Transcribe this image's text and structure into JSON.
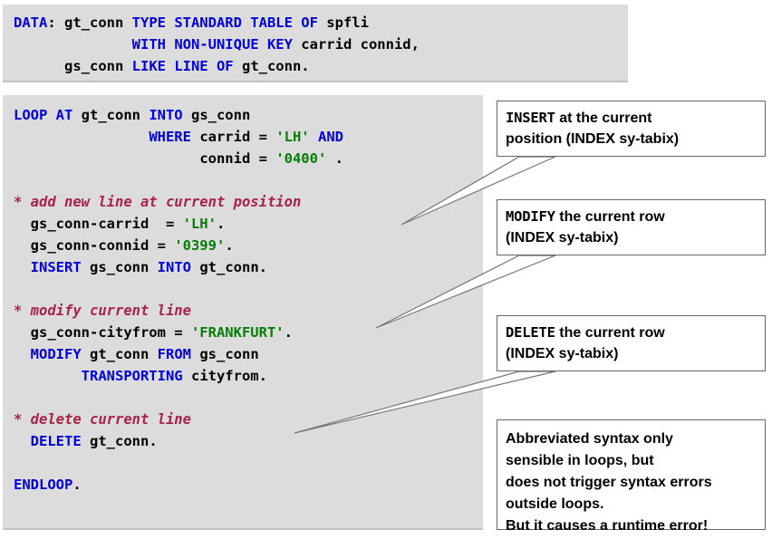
{
  "slide": {
    "title_hidden": "",
    "colors": {
      "panel_bg": "#dcdcdc",
      "keyword": "#0000dd",
      "literal": "#067d06",
      "comment": "#a8234a",
      "plain": "#000000",
      "callout_border": "#666666",
      "callout_bg": "#ffffff"
    }
  },
  "declaration_panel": {
    "name": "abap-declaration-code",
    "lines": [
      [
        {
          "t": "DATA",
          "c": "kw"
        },
        {
          "t": ": ",
          "c": "pl"
        },
        {
          "t": "gt_conn ",
          "c": "pl"
        },
        {
          "t": "TYPE STANDARD TABLE OF ",
          "c": "kw"
        },
        {
          "t": "spfli",
          "c": "pl"
        }
      ],
      [
        {
          "t": "              ",
          "c": "pl"
        },
        {
          "t": "WITH NON-UNIQUE KEY ",
          "c": "kw"
        },
        {
          "t": "carrid connid,",
          "c": "pl"
        }
      ],
      [
        {
          "t": "      ",
          "c": "pl"
        },
        {
          "t": "gs_conn ",
          "c": "pl"
        },
        {
          "t": "LIKE LINE OF ",
          "c": "kw"
        },
        {
          "t": "gt_conn.",
          "c": "pl"
        }
      ]
    ]
  },
  "loop_panel": {
    "name": "abap-loop-code",
    "lines": [
      [
        {
          "t": "LOOP AT ",
          "c": "kw"
        },
        {
          "t": "gt_conn ",
          "c": "pl"
        },
        {
          "t": "INTO ",
          "c": "kw"
        },
        {
          "t": "gs_conn",
          "c": "pl"
        }
      ],
      [
        {
          "t": "                ",
          "c": "pl"
        },
        {
          "t": "WHERE ",
          "c": "kw"
        },
        {
          "t": "carrid = ",
          "c": "pl"
        },
        {
          "t": "'LH' ",
          "c": "lit"
        },
        {
          "t": "AND",
          "c": "kw"
        }
      ],
      [
        {
          "t": "                      ",
          "c": "pl"
        },
        {
          "t": "connid = ",
          "c": "pl"
        },
        {
          "t": "'0400'",
          "c": "lit"
        },
        {
          "t": " .",
          "c": "pl"
        }
      ],
      [],
      [
        {
          "t": "* add new line at current position",
          "c": "cmt"
        }
      ],
      [
        {
          "t": "  gs_conn-carrid  = ",
          "c": "pl"
        },
        {
          "t": "'LH'",
          "c": "lit"
        },
        {
          "t": ".",
          "c": "pl"
        }
      ],
      [
        {
          "t": "  gs_conn-connid = ",
          "c": "pl"
        },
        {
          "t": "'0399'",
          "c": "lit"
        },
        {
          "t": ".",
          "c": "pl"
        }
      ],
      [
        {
          "t": "  ",
          "c": "pl"
        },
        {
          "t": "INSERT ",
          "c": "kw"
        },
        {
          "t": "gs_conn ",
          "c": "pl"
        },
        {
          "t": "INTO ",
          "c": "kw"
        },
        {
          "t": "gt_conn.",
          "c": "pl"
        }
      ],
      [],
      [
        {
          "t": "* modify current line",
          "c": "cmt"
        }
      ],
      [
        {
          "t": "  gs_conn-cityfrom = ",
          "c": "pl"
        },
        {
          "t": "'FRANKFURT'",
          "c": "lit"
        },
        {
          "t": ".",
          "c": "pl"
        }
      ],
      [
        {
          "t": "  ",
          "c": "pl"
        },
        {
          "t": "MODIFY ",
          "c": "kw"
        },
        {
          "t": "gt_conn ",
          "c": "pl"
        },
        {
          "t": "FROM ",
          "c": "kw"
        },
        {
          "t": "gs_conn",
          "c": "pl"
        }
      ],
      [
        {
          "t": "        ",
          "c": "pl"
        },
        {
          "t": "TRANSPORTING ",
          "c": "kw"
        },
        {
          "t": "cityfrom.",
          "c": "pl"
        }
      ],
      [],
      [
        {
          "t": "* delete current line",
          "c": "cmt"
        }
      ],
      [
        {
          "t": "  ",
          "c": "pl"
        },
        {
          "t": "DELETE ",
          "c": "kw"
        },
        {
          "t": "gt_conn.",
          "c": "pl"
        }
      ],
      [],
      [
        {
          "t": "ENDLOOP",
          "c": "kw"
        },
        {
          "t": ".",
          "c": "pl"
        }
      ]
    ]
  },
  "callouts": [
    {
      "name": "callout-insert",
      "mono_word": "INSERT",
      "rest_line1": " at the current",
      "line2": "position (INDEX sy-tabix)"
    },
    {
      "name": "callout-modify",
      "mono_word": "MODIFY",
      "rest_line1": " the current row",
      "line2": "(INDEX sy-tabix)"
    },
    {
      "name": "callout-delete",
      "mono_word": "DELETE",
      "rest_line1": " the current row",
      "line2": "(INDEX sy-tabix)"
    }
  ],
  "note_callout": {
    "name": "callout-note",
    "lines": [
      "Abbreviated syntax only",
      "sensible in loops, but",
      "does not trigger syntax errors",
      "outside loops.",
      "But it causes a runtime error!"
    ]
  }
}
